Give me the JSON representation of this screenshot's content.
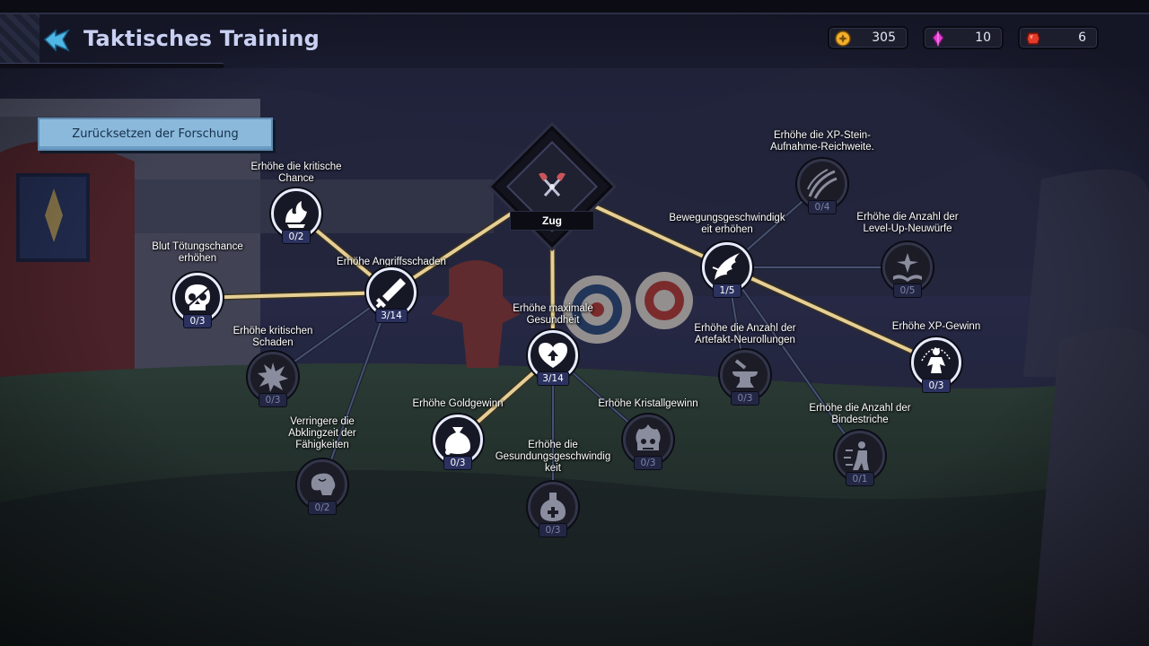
{
  "header": {
    "title": "Taktisches Training"
  },
  "resources": [
    {
      "name": "gold-coins",
      "value": "305",
      "color": "#f0b02a"
    },
    {
      "name": "purple-crystals",
      "value": "10",
      "color": "#e23fd6"
    },
    {
      "name": "red-gems",
      "value": "6",
      "color": "#e53b2a"
    }
  ],
  "reset_button": {
    "label": "Zurücksetzen der Forschung"
  },
  "root": {
    "label": "Zug"
  },
  "nodes": [
    {
      "id": "crit-chance",
      "label": "Erhöhe die kritische\nChance",
      "count": "0/2",
      "active": true,
      "icon": "flame-hand-icon"
    },
    {
      "id": "blood-kill",
      "label": "Blut Tötungschance\nerhöhen",
      "count": "0/3",
      "active": true,
      "icon": "skull-icon"
    },
    {
      "id": "attack-damage",
      "label": "Erhöhe Angriffsschaden",
      "count": "3/14",
      "active": true,
      "icon": "sword-icon"
    },
    {
      "id": "crit-damage",
      "label": "Erhöhe kritischen\nSchaden",
      "count": "0/3",
      "active": false,
      "icon": "explosion-icon"
    },
    {
      "id": "cooldown",
      "label": "Verringere die\nAbklingzeit der\nFähigkeiten",
      "count": "0/2",
      "active": false,
      "icon": "brain-icon"
    },
    {
      "id": "max-health",
      "label": "Erhöhe maximale\nGesundheit",
      "count": "3/14",
      "active": true,
      "icon": "heart-icon"
    },
    {
      "id": "gold-gain",
      "label": "Erhöhe Goldgewinn",
      "count": "0/3",
      "active": true,
      "icon": "money-bag-icon"
    },
    {
      "id": "crystal-gain",
      "label": "Erhöhe Kristallgewinn",
      "count": "0/3",
      "active": false,
      "icon": "flame-skull-icon"
    },
    {
      "id": "health-speed",
      "label": "Erhöhe die\nGesundungsgeschwindig\nkeit",
      "count": "0/3",
      "active": false,
      "icon": "potion-icon"
    },
    {
      "id": "move-speed",
      "label": "Bewegungsgeschwindigk\neit erhöhen",
      "count": "1/5",
      "active": true,
      "icon": "wing-icon"
    },
    {
      "id": "xp-range",
      "label": "Erhöhe die XP-Stein-\nAufnahme-Reichweite.",
      "count": "0/4",
      "active": false,
      "icon": "swoosh-icon"
    },
    {
      "id": "levelup-rerolls",
      "label": "Erhöhe die Anzahl der\nLevel-Up-Neuwürfe",
      "count": "0/5",
      "active": false,
      "icon": "compass-book-icon"
    },
    {
      "id": "artifact-rerolls",
      "label": "Erhöhe die Anzahl der\nArtefakt-Neurollungen",
      "count": "0/3",
      "active": false,
      "icon": "anvil-icon"
    },
    {
      "id": "xp-gain",
      "label": "Erhöhe XP-Gewinn",
      "count": "0/3",
      "active": true,
      "icon": "meditating-figure-icon"
    },
    {
      "id": "dashes",
      "label": "Erhöhe die Anzahl der\nBindestriche",
      "count": "0/1",
      "active": false,
      "icon": "dash-figure-icon"
    }
  ]
}
